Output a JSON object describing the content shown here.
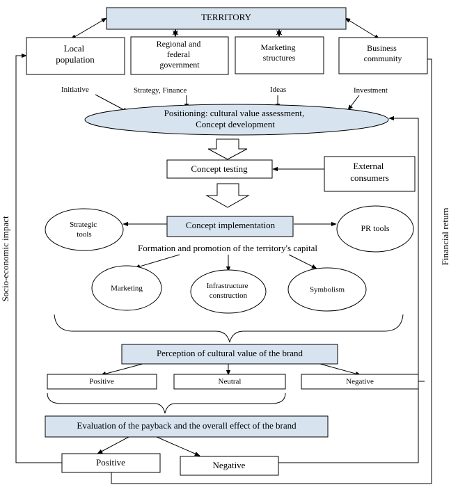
{
  "colors": {
    "highlight_fill": "#d7e4ef",
    "stroke": "#000000",
    "background": "#ffffff"
  },
  "territory": "TERRITORY",
  "actors": [
    {
      "lines": [
        "Local",
        "population"
      ]
    },
    {
      "lines": [
        "Regional and",
        "federal",
        "government"
      ]
    },
    {
      "lines": [
        "Marketing",
        "structures"
      ]
    },
    {
      "lines": [
        "Business",
        "community"
      ]
    }
  ],
  "contributions": [
    "Initiative",
    "Strategy, Finance",
    "Ideas",
    "Investment"
  ],
  "positioning": [
    "Positioning: cultural value assessment,",
    "Concept development"
  ],
  "concept_testing": "Concept testing",
  "external_consumers": [
    "External",
    "consumers"
  ],
  "concept_implementation": "Concept implementation",
  "strategic_tools": [
    "Strategic",
    "tools"
  ],
  "pr_tools": "PR tools",
  "formation_caption": "Formation and promotion of the territory's capital",
  "capital_elements": [
    {
      "lines": [
        "Marketing"
      ]
    },
    {
      "lines": [
        "Infrastructure",
        "construction"
      ]
    },
    {
      "lines": [
        "Symbolism"
      ]
    }
  ],
  "perception": "Perception of cultural value of the brand",
  "perception_outcomes": [
    "Positive",
    "Neutral",
    "Negative"
  ],
  "evaluation": "Evaluation of the payback and the overall effect of the brand",
  "evaluation_outcomes": [
    "Positive",
    "Negative"
  ],
  "side_labels": {
    "left": "Socio-economic impact",
    "right": "Financial return"
  }
}
